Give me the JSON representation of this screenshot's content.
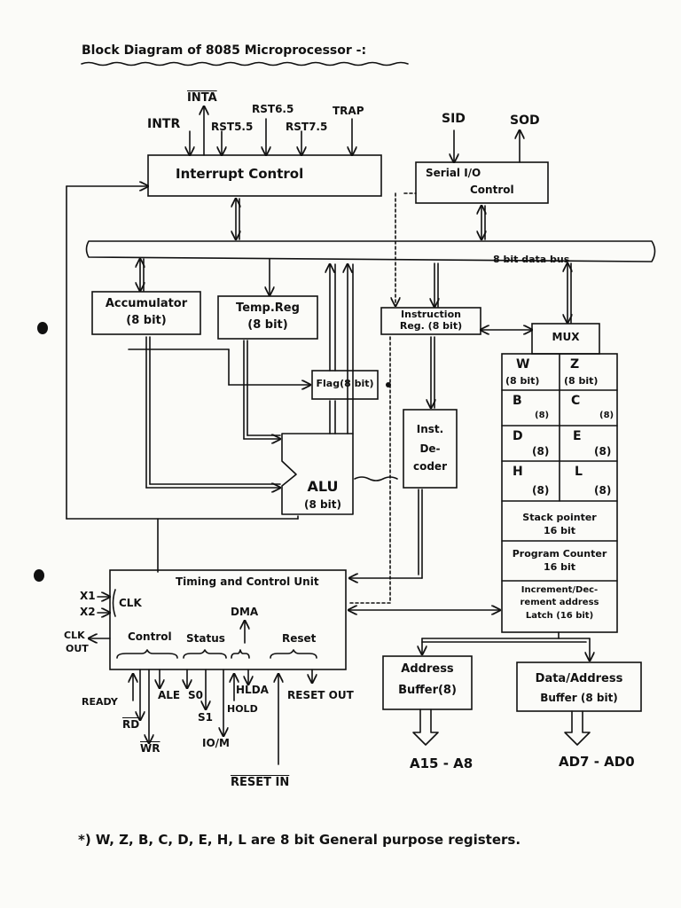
{
  "title": "Block Diagram of 8085 Microprocessor -:",
  "interrupts": {
    "inta": "INTA",
    "intr": "INTR",
    "rst55": "RST5.5",
    "rst65": "RST6.5",
    "rst75": "RST7.5",
    "trap": "TRAP"
  },
  "serial": {
    "sid": "SID",
    "sod": "SOD"
  },
  "blocks": {
    "interrupt_control": "Interrupt Control",
    "serial_io_line1": "Serial I/O",
    "serial_io_line2": "Control",
    "data_bus": "8 bit data bus",
    "accumulator_line1": "Accumulator",
    "accumulator_line2": "(8 bit)",
    "temp_reg_line1": "Temp.Reg",
    "temp_reg_line2": "(8 bit)",
    "instruction_reg_line1": "Instruction",
    "instruction_reg_line2": "Reg. (8 bit)",
    "mux": "MUX",
    "flag": "Flag(8 bit)",
    "inst_decoder_line1": "Inst.",
    "inst_decoder_line2": "De-",
    "inst_decoder_line3": "coder",
    "alu_line1": "ALU",
    "alu_line2": "(8 bit)",
    "stack_pointer_line1": "Stack pointer",
    "stack_pointer_line2": "16 bit",
    "program_counter_line1": "Program Counter",
    "program_counter_line2": "16 bit",
    "inc_dec_line1": "Increment/Dec-",
    "inc_dec_line2": "rement address",
    "inc_dec_line3": "Latch (16 bit)",
    "timing_control": "Timing and Control Unit",
    "address_buffer_line1": "Address",
    "address_buffer_line2": "Buffer(8)",
    "data_address_buffer_line1": "Data/Address",
    "data_address_buffer_line2": "Buffer (8 bit)"
  },
  "registers": {
    "w": "W",
    "w_size": "(8 bit)",
    "z": "Z",
    "z_size": "(8 bit)",
    "b": "B",
    "b_size": "(8)",
    "c": "C",
    "c_size": "(8)",
    "d": "D",
    "d_size": "(8)",
    "e": "E",
    "e_size": "(8)",
    "h": "H",
    "h_size": "(8)",
    "l": "L",
    "l_size": "(8)"
  },
  "timing": {
    "x1": "X1",
    "x2": "X2",
    "clk": "CLK",
    "clk_out_line1": "CLK",
    "clk_out_line2": "OUT",
    "control": "Control",
    "status": "Status",
    "dma": "DMA",
    "reset": "Reset"
  },
  "signals": {
    "ready": "READY",
    "rd": "RD",
    "wr": "WR",
    "ale": "ALE",
    "s0": "S0",
    "s1": "S1",
    "io_m": "IO/M",
    "hold": "HOLD",
    "hlda": "HLDA",
    "reset_out": "RESET OUT",
    "reset_in": "RESET IN"
  },
  "buses": {
    "addr_high": "A15 - A8",
    "addr_data_low": "AD7 - AD0"
  },
  "footnote": "*) W, Z, B, C, D, E, H, L are 8 bit General purpose registers."
}
